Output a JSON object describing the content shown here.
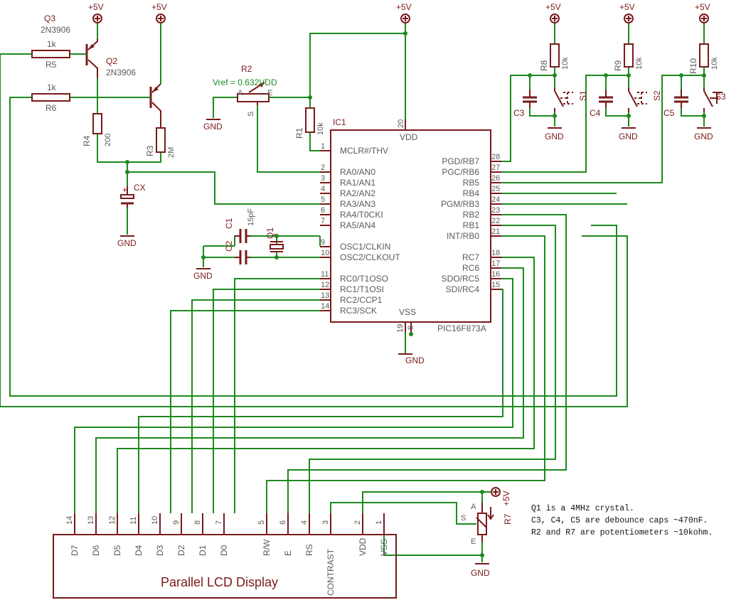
{
  "power": {
    "vcc": "+5V",
    "gnd": "GND"
  },
  "ic": {
    "ref": "IC1",
    "part": "PIC16F873A",
    "vdd_label": "VDD",
    "vss_label": "VSS",
    "left_pins": [
      {
        "num": "1",
        "name": "MCLR#/THV"
      },
      {
        "num": "2",
        "name": "RA0/AN0"
      },
      {
        "num": "3",
        "name": "RA1/AN1"
      },
      {
        "num": "4",
        "name": "RA2/AN2"
      },
      {
        "num": "5",
        "name": "RA3/AN3"
      },
      {
        "num": "6",
        "name": "RA4/T0CKI"
      },
      {
        "num": "7",
        "name": "RA5/AN4"
      },
      {
        "num": "9",
        "name": "OSC1/CLKIN"
      },
      {
        "num": "10",
        "name": "OSC2/CLKOUT"
      },
      {
        "num": "11",
        "name": "RC0/T1OSO"
      },
      {
        "num": "12",
        "name": "RC1/T1OSI"
      },
      {
        "num": "13",
        "name": "RC2/CCP1"
      },
      {
        "num": "14",
        "name": "RC3/SCK"
      }
    ],
    "right_pins": [
      {
        "num": "28",
        "name": "PGD/RB7"
      },
      {
        "num": "27",
        "name": "PGC/RB6"
      },
      {
        "num": "26",
        "name": "RB5"
      },
      {
        "num": "25",
        "name": "RB4"
      },
      {
        "num": "24",
        "name": "PGM/RB3"
      },
      {
        "num": "23",
        "name": "RB2"
      },
      {
        "num": "22",
        "name": "RB1"
      },
      {
        "num": "21",
        "name": "INT/RB0"
      },
      {
        "num": "18",
        "name": "RC7"
      },
      {
        "num": "17",
        "name": "RC6"
      },
      {
        "num": "16",
        "name": "SDO/RC5"
      },
      {
        "num": "15",
        "name": "SDI/RC4"
      }
    ],
    "top_pin": "20",
    "bottom_pins": [
      "19",
      "8"
    ]
  },
  "transistors": [
    {
      "ref": "Q3",
      "part": "2N3906"
    },
    {
      "ref": "Q2",
      "part": "2N3906"
    }
  ],
  "resistors": {
    "R5": {
      "ref": "R5",
      "value": "1k"
    },
    "R6": {
      "ref": "R6",
      "value": "1k"
    },
    "R4": {
      "ref": "R4",
      "value": "200"
    },
    "R3": {
      "ref": "R3",
      "value": "2M"
    },
    "R1": {
      "ref": "R1",
      "value": "10k"
    },
    "R8": {
      "ref": "R8",
      "value": "10k"
    },
    "R9": {
      "ref": "R9",
      "value": "10k"
    },
    "R10": {
      "ref": "R10",
      "value": "10k"
    }
  },
  "pot_r2": {
    "ref": "R2",
    "vref": "Vref = 0.632VDD",
    "pin_a": "A",
    "pin_e": "E",
    "pin_s": "S"
  },
  "pot_r7": {
    "ref": "R7",
    "pin_a": "A",
    "pin_e": "E",
    "pin_s": "S"
  },
  "caps": {
    "CX": "CX",
    "C1": "C1",
    "C2": "C2",
    "c1_value": "15pF",
    "C3": "C3",
    "C4": "C4",
    "C5": "C5"
  },
  "crystal": "Q1",
  "switches": [
    "S1",
    "S2",
    "S3"
  ],
  "lcd": {
    "title": "Parallel LCD Display",
    "pins": [
      {
        "num": "14",
        "name": "D7"
      },
      {
        "num": "13",
        "name": "D6"
      },
      {
        "num": "12",
        "name": "D5"
      },
      {
        "num": "11",
        "name": "D4"
      },
      {
        "num": "10",
        "name": "D3"
      },
      {
        "num": "9",
        "name": "D2"
      },
      {
        "num": "8",
        "name": "D1"
      },
      {
        "num": "7",
        "name": "D0"
      },
      {
        "num": "5",
        "name": "R/W"
      },
      {
        "num": "6",
        "name": "E"
      },
      {
        "num": "4",
        "name": "RS"
      },
      {
        "num": "3",
        "name": "CONTRAST"
      },
      {
        "num": "2",
        "name": "VDD"
      },
      {
        "num": "1",
        "name": "VSS"
      }
    ]
  },
  "notes": [
    "Q1 is a 4MHz crystal.",
    "C3, C4, C5 are debounce caps ~470nF.",
    "R2 and R7 are potentiometers ~10kohm."
  ]
}
